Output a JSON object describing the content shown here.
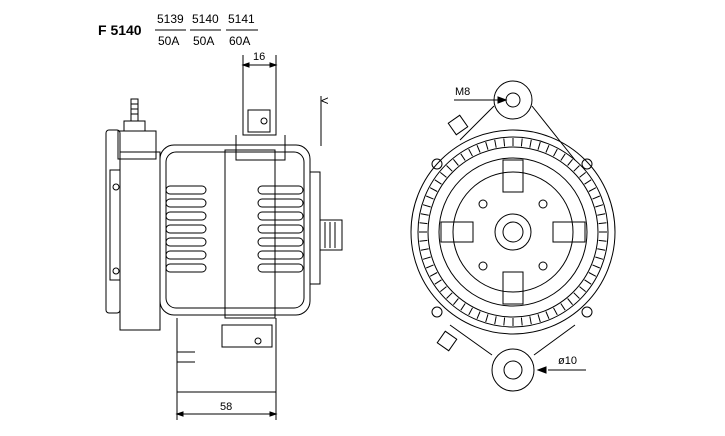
{
  "header": {
    "model": "F 5140",
    "variants": [
      {
        "code": "5139",
        "rating": "50A"
      },
      {
        "code": "5140",
        "rating": "50A"
      },
      {
        "code": "5141",
        "rating": "60A"
      }
    ]
  },
  "dimensions": {
    "bracket_width": "16",
    "body_length": "58",
    "thread": "M8",
    "hole_diameter": "ø10",
    "arrow_marker": "<"
  },
  "colors": {
    "line": "#000000",
    "background": "#ffffff"
  }
}
